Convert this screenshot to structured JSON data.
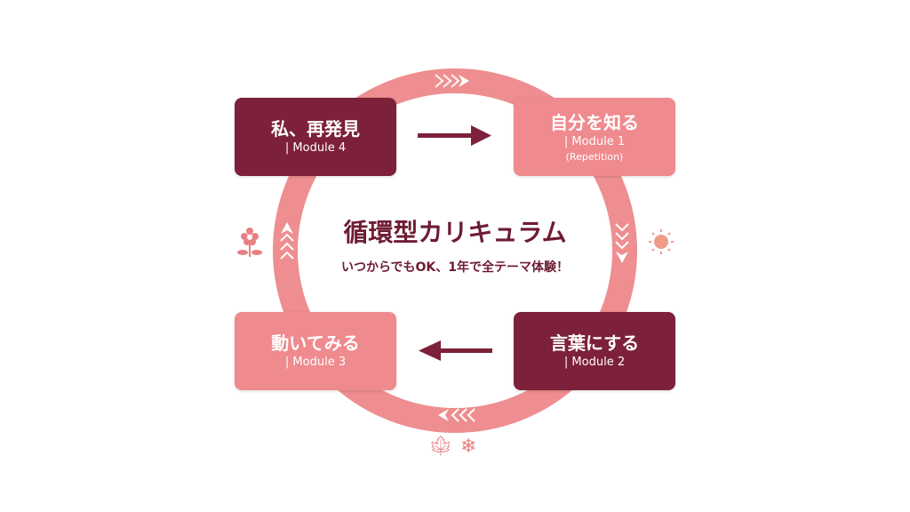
{
  "title": "循環型カリキュラム",
  "subtitle": "いつからでもOK、1年で全テーマ体験！",
  "modules": [
    {
      "title": "自分を知る",
      "module": "| Module 1",
      "note": "(Repetition)"
    },
    {
      "title": "言葉にする",
      "module": "| Module 2"
    },
    {
      "title": "動いてみる",
      "module": "| Module 3"
    },
    {
      "title": "私、再発見",
      "module": "| Module 4"
    }
  ],
  "colors": {
    "dark": "#7d2039",
    "pink": "#ef8a8e",
    "ring": "#ee8e90"
  },
  "season_icons": [
    "flower-icon",
    "sun-icon",
    "maple-leaf-icon",
    "snowflake-icon"
  ]
}
